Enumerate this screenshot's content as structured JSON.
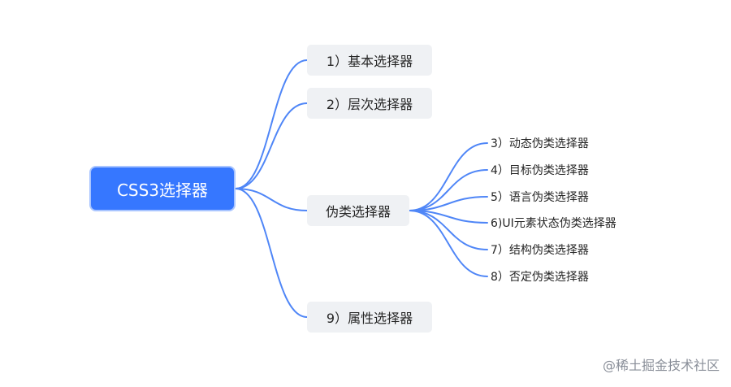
{
  "diagram": {
    "root": "CSS3选择器",
    "branches": [
      "1）基本选择器",
      "2）层次选择器",
      "伪类选择器",
      "9）属性选择器"
    ],
    "pseudo_children": [
      "3）动态伪类选择器",
      "4）目标伪类选择器",
      "5）语言伪类选择器",
      "6)UI元素状态伪类选择器",
      "7）结构伪类选择器",
      "8）否定伪类选择器"
    ]
  },
  "watermark": "@稀土掘金技术社区",
  "colors": {
    "connector": "#4f86f7",
    "root_fill": "#3677ff",
    "branch_fill": "#eff1f4"
  }
}
